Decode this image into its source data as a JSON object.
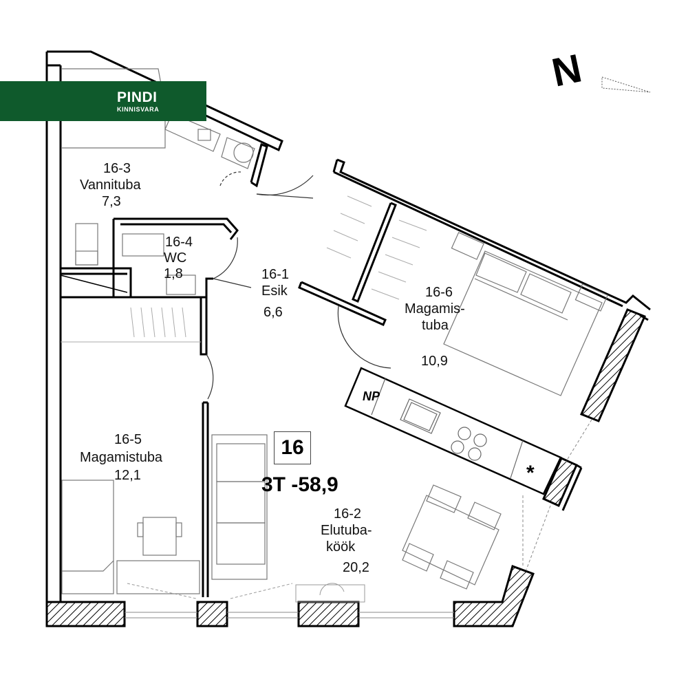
{
  "brand": {
    "name": "PINDI",
    "subtitle": "KINNISVARA",
    "color": "#0f5a2c"
  },
  "compass": {
    "letter": "N"
  },
  "unit": {
    "number": "16",
    "summary": "3T -58,9"
  },
  "rooms": [
    {
      "id": "16-3",
      "name": "Vannituba",
      "area": "7,3"
    },
    {
      "id": "16-4",
      "name": "WC",
      "area": "1,8"
    },
    {
      "id": "16-1",
      "name": "Esik",
      "area": "6,6"
    },
    {
      "id": "16-6",
      "name_line1": "Magamis-",
      "name_line2": "tuba",
      "area": "10,9"
    },
    {
      "id": "16-5",
      "name": "Magamistuba",
      "area": "12,1"
    },
    {
      "id": "16-2",
      "name_line1": "Elutuba-",
      "name_line2": "köök",
      "area": "20,2"
    }
  ],
  "fixtures": {
    "np_label": "NP",
    "fridge_symbol": "*"
  }
}
